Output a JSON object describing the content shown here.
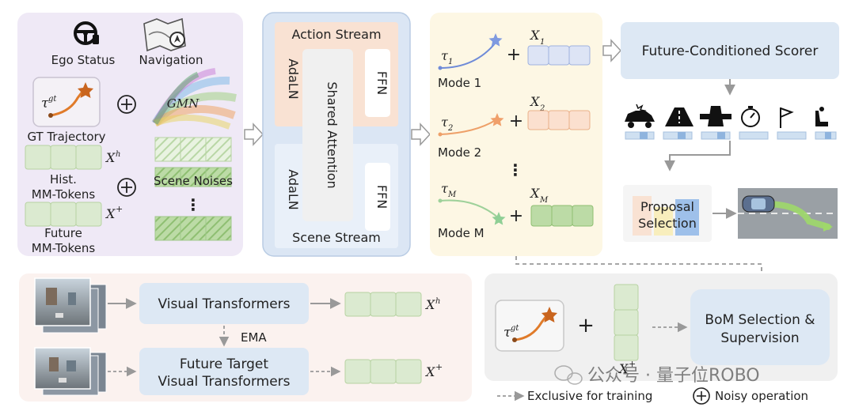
{
  "input_panel": {
    "ego_status": "Ego Status",
    "navigation": "Navigation",
    "tau_gt": "τ",
    "gt_sup": "gt",
    "gmn": "GMN",
    "gt_trajectory": "GT Trajectory",
    "xh": "X",
    "xh_sup": "h",
    "hist_line1": "Hist.",
    "hist_line2": "MM-Tokens",
    "scene_noises": "Scene Noises",
    "xplus": "X",
    "xplus_sup": "+",
    "future_line1": "Future",
    "future_line2": "MM-Tokens",
    "dots": "⋮"
  },
  "transformer_block": {
    "action_stream": "Action Stream",
    "scene_stream": "Scene Stream",
    "adaln": "AdaLN",
    "ffn": "FFN",
    "shared_attention": "Shared Attention"
  },
  "modes_panel": {
    "mode1": "Mode 1",
    "mode2": "Mode 2",
    "modeM": "Mode M",
    "tau": "τ",
    "sub1": "1",
    "sub2": "2",
    "subM": "M",
    "x": "X",
    "plus": "+",
    "dots": "⋮"
  },
  "scorer": {
    "title": "Future-Conditioned Scorer",
    "proposal_line1": "Proposal",
    "proposal_line2": "Selection"
  },
  "visual": {
    "vt": "Visual Transformers",
    "ema": "EMA",
    "ft_line1": "Future Target",
    "ft_line2": "Visual Transformers",
    "xh": "X",
    "xh_sup": "h",
    "xplus": "X",
    "xplus_sup": "+"
  },
  "bom": {
    "line1": "BoM Selection &",
    "line2": "Supervision",
    "tau": "τ",
    "gt_sup": "gt",
    "plus": "+",
    "xplus": "X",
    "xplus_sup": "+"
  },
  "legend": {
    "exclusive": "Exclusive for training",
    "noisy": "Noisy operation"
  },
  "watermark": "公众号 · 量子位ROBO",
  "colors": {
    "purple_panel": "#efe9f6",
    "blue_block": "#dbe6f4",
    "peach": "#f9e2d3",
    "yellow_panel": "#fdf7e4",
    "blue_box": "#dde8f4",
    "green_token": "#dbead0",
    "orange_traj": "#e07b2a"
  }
}
